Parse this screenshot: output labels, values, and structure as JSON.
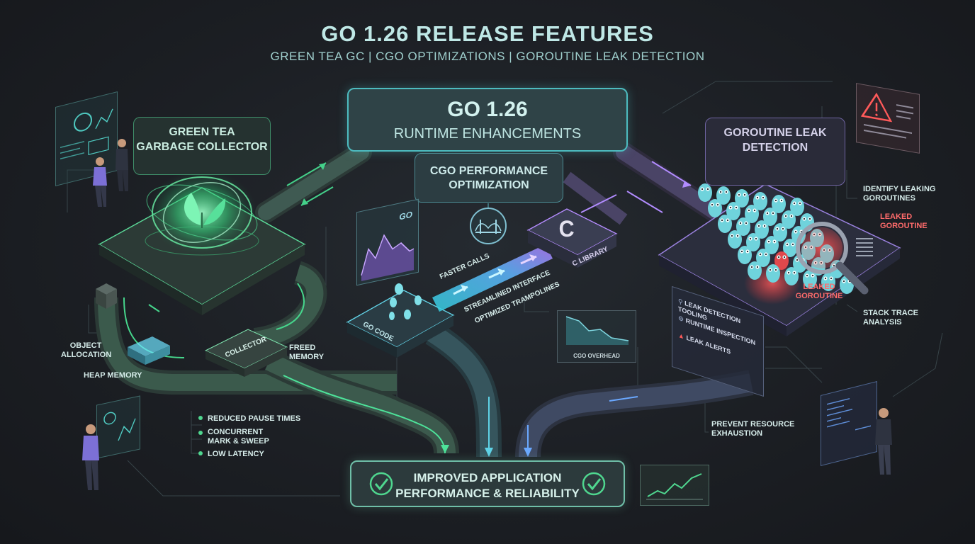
{
  "header": {
    "title": "GO 1.26 RELEASE FEATURES",
    "subtitle": "GREEN TEA GC | CGO OPTIMIZATIONS | GOROUTINE LEAK DETECTION"
  },
  "center_box": {
    "line1": "GO 1.26",
    "line2": "RUNTIME ENHANCEMENTS"
  },
  "gc": {
    "title_line1": "GREEN TEA",
    "title_line2": "GARBAGE COLLECTOR",
    "object_allocation_line1": "OBJECT",
    "object_allocation_line2": "ALLOCATION",
    "heap_memory": "HEAP MEMORY",
    "collector": "COLLECTOR",
    "freed_memory_line1": "FREED",
    "freed_memory_line2": "MEMORY",
    "benefits": [
      "REDUCED PAUSE TIMES",
      "CONCURRENT",
      "MARK & SWEEP",
      "LOW LATENCY"
    ]
  },
  "cgo": {
    "title_line1": "CGO PERFORMANCE",
    "title_line2": "OPTIMIZATION",
    "go_chart_label": "GO",
    "go_code": "GO CODE",
    "c_letter": "C",
    "c_library": "C LIBRARY",
    "faster_calls": "FASTER CALLS",
    "streamlined_interface": "STREAMLINED INTERFACE",
    "optimized_trampolines": "OPTIMIZED TRAMPOLINES",
    "overhead_chart_label": "CGO OVERHEAD"
  },
  "leak": {
    "title_line1": "GOROUTINE LEAK",
    "title_line2": "DETECTION",
    "identify_line1": "IDENTIFY LEAKING",
    "identify_line2": "GOROUTINES",
    "leaked_line1": "LEAKED",
    "leaked_line2": "GOROUTINE",
    "leaked2_line1": "LEAKED",
    "leaked2_line2": "GOROUTINE",
    "stack_trace_line1": "STACK TRACE",
    "stack_trace_line2": "ANALYSIS",
    "tools": [
      "LEAK DETECTION TOOLING",
      "RUNTIME INSPECTION",
      "LEAK ALERTS"
    ],
    "prevent_line1": "PREVENT RESOURCE",
    "prevent_line2": "EXHAUSTION"
  },
  "result": {
    "line1": "IMPROVED APPLICATION",
    "line2": "PERFORMANCE & RELIABILITY"
  },
  "colors": {
    "green": "#4fd68f",
    "teal": "#3fc7c9",
    "purple": "#9b7be0",
    "red": "#e0484c",
    "text": "#cfe9e6"
  },
  "icons": [
    "leaf-icon",
    "bridge-icon",
    "warning-icon",
    "magnifier-icon",
    "check-icon",
    "gopher-icon"
  ]
}
